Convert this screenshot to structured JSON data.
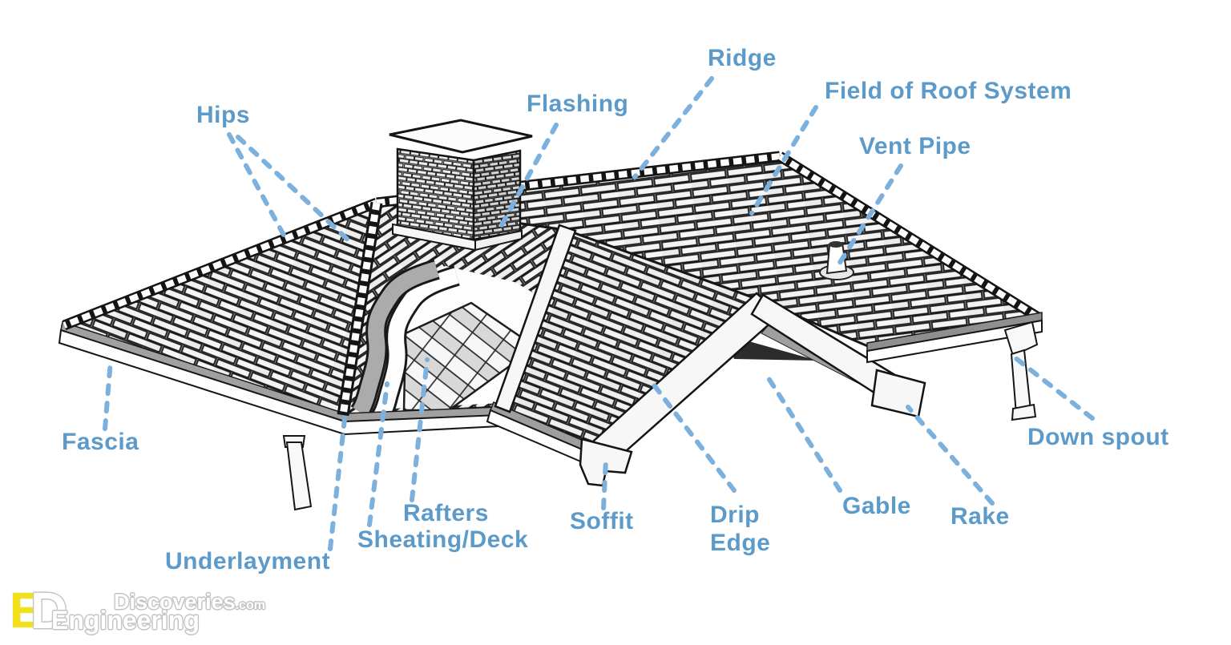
{
  "meta": {
    "description": "Line-art diagram of a residential roof system with labeled parts"
  },
  "colors": {
    "label_text": "#5b9ac9",
    "leader_dash": "#7cb0dd",
    "logo_yellow": "#f2e01a"
  },
  "labels": {
    "hips": "Hips",
    "flashing": "Flashing",
    "ridge": "Ridge",
    "field_of_roof_system": "Field of Roof System",
    "vent_pipe": "Vent Pipe",
    "fascia": "Fascia",
    "underlayment": "Underlayment",
    "rafters": "Rafters",
    "sheating_deck": "Sheating/Deck",
    "soffit": "Soffit",
    "drip_edge": "Drip\nEdge",
    "gable": "Gable",
    "rake": "Rake",
    "down_spout": "Down spout"
  },
  "logo": {
    "monogram_e": "E",
    "monogram_d": "D",
    "line1": "Discoveries",
    "line1_suffix": ".com",
    "line2": "Engineering"
  }
}
